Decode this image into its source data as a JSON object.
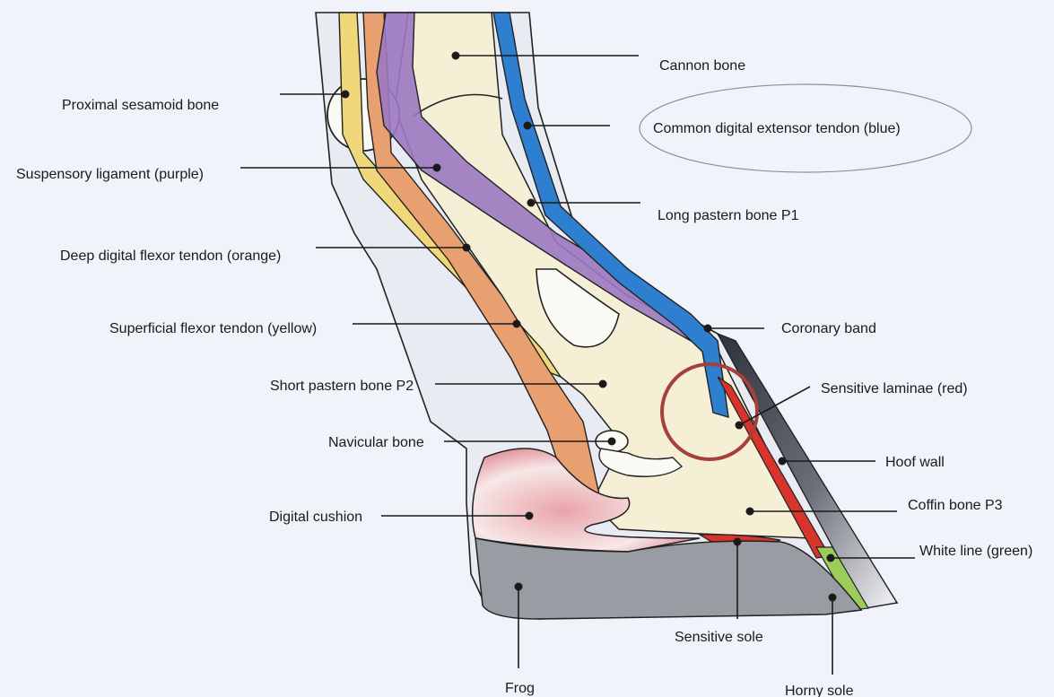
{
  "diagram": {
    "labels": {
      "cannon_bone": "Cannon bone",
      "proximal_sesamoid": "Proximal sesamoid bone",
      "common_digital_extensor": "Common digital extensor tendon (blue)",
      "suspensory_ligament": "Suspensory ligament (purple)",
      "long_pastern": "Long pastern bone P1",
      "deep_digital_flexor": "Deep digital flexor tendon (orange)",
      "superficial_flexor": "Superficial flexor tendon (yellow)",
      "coronary_band": "Coronary band",
      "short_pastern": "Short pastern bone P2",
      "sensitive_laminae": "Sensitive laminae (red)",
      "navicular_bone": "Navicular bone",
      "hoof_wall": "Hoof wall",
      "digital_cushion": "Digital cushion",
      "coffin_bone": "Coffin bone P3",
      "white_line": "White line (green)",
      "sensitive_sole": "Sensitive sole",
      "frog": "Frog",
      "horny_sole": "Horny sole"
    },
    "colors": {
      "background": "#f0f3fa",
      "bone": "#f5efd6",
      "extensor_tendon": "#2f7fd0",
      "suspensory_ligament": "#9b78c0",
      "deep_flexor": "#e9a070",
      "superficial_flexor": "#efd77a",
      "sensitive_laminae": "#d8342c",
      "white_line": "#9ccc59",
      "hoof_wall": "#3b3f4a",
      "digital_cushion": "#d9707a",
      "frog_sole": "#9a9ca4",
      "highlight_circle": "#a5403a"
    }
  }
}
